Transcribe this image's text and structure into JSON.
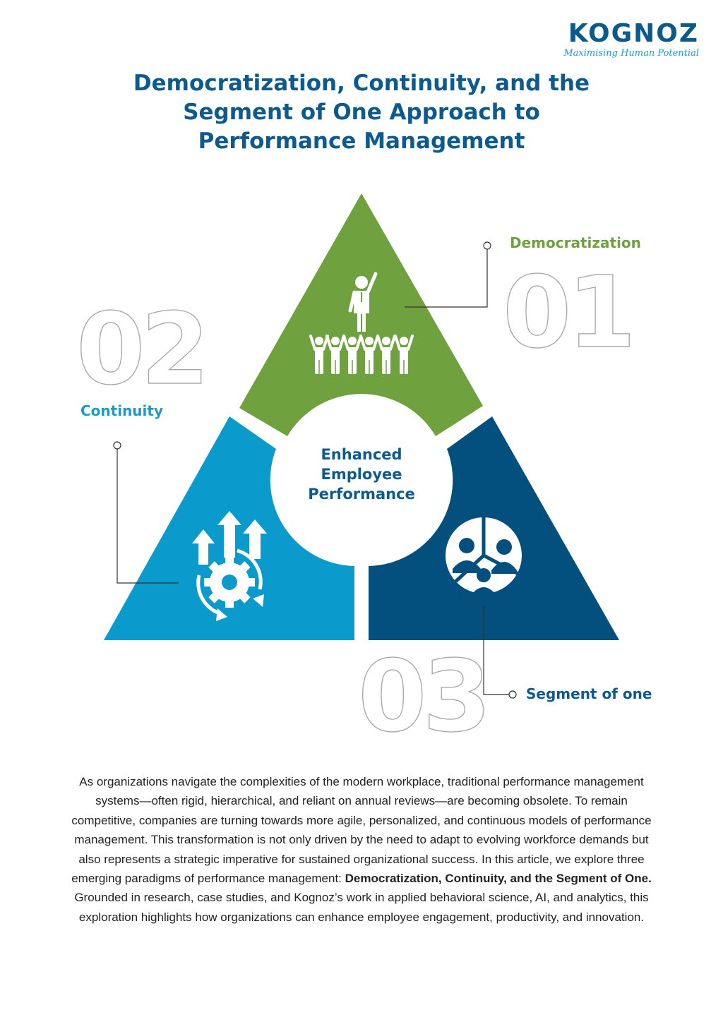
{
  "logo": {
    "wordmark": "KOGNOZ",
    "tagline": "Maximising Human Potential"
  },
  "title": "Democratization, Continuity, and the Segment of One Approach to Performance Management",
  "center": {
    "line1": "Enhanced",
    "line2": "Employee",
    "line3": "Performance"
  },
  "segments": [
    {
      "number": "01",
      "label": "Democratization",
      "icon": "leader-crowd-icon"
    },
    {
      "number": "02",
      "label": "Continuity",
      "icon": "gear-growth-arrows-icon"
    },
    {
      "number": "03",
      "label": "Segment of one",
      "icon": "people-pie-icon"
    }
  ],
  "colors": {
    "green": "#6fa13f",
    "light_blue": "#0a9bcc",
    "dark_blue": "#03507f",
    "title_blue": "#0c5a8e"
  },
  "intro": {
    "before": "As organizations navigate the complexities of the modern workplace, traditional performance management systems—often rigid, hierarchical, and reliant on annual reviews—are becoming obsolete. To remain competitive, companies are turning towards more agile, personalized, and continuous models of performance management. This transformation is not only driven by the need to adapt to evolving workforce demands but also represents a strategic imperative for sustained organizational success. In this article, we explore three emerging paradigms of performance management: ",
    "bold": "Democratization, Continuity, and the Segment of One.",
    "after": " Grounded in research, case studies, and Kognoz’s work in applied behavioral science, AI, and analytics, this exploration highlights how organizations can enhance employee engagement, productivity, and innovation."
  }
}
